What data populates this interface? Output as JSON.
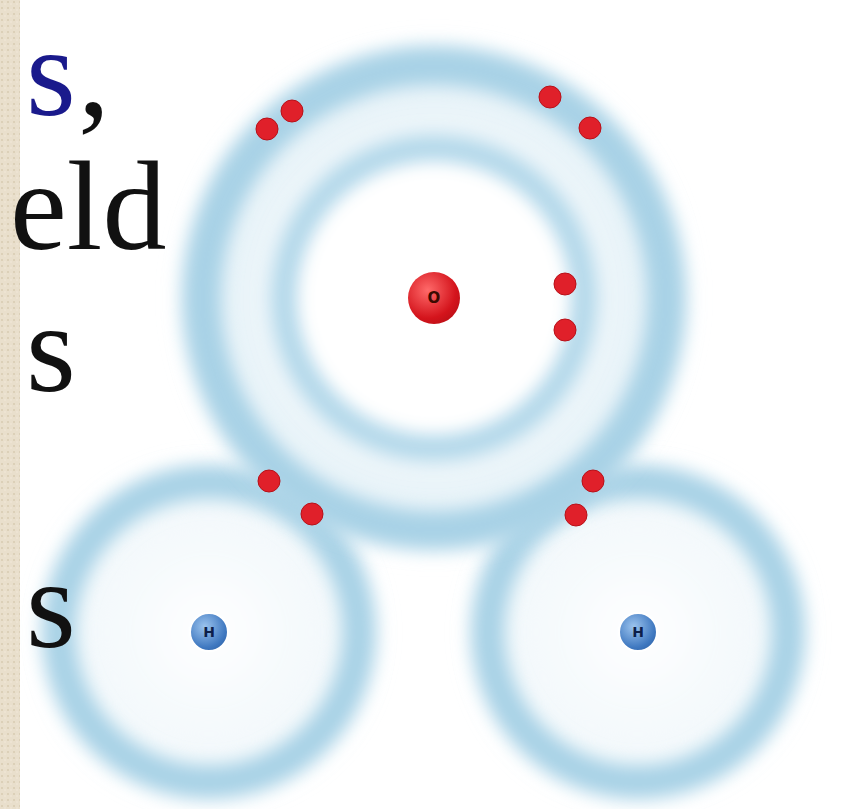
{
  "diagram": {
    "nodes": [
      {
        "text": [
          "O"
        ]
      },
      {
        "text": [
          "H"
        ]
      },
      {
        "text": [
          "H"
        ]
      }
    ],
    "labels": [
      "s",
      ",",
      "eld",
      "s",
      "s"
    ]
  }
}
